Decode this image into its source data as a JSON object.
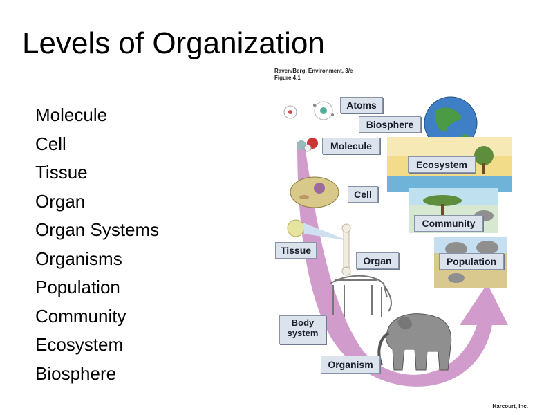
{
  "slide": {
    "title": "Levels of Organization",
    "bullets": [
      "Molecule",
      "Cell",
      "Tissue",
      "Organ",
      "Organ Systems",
      "Organisms",
      "Population",
      "Community",
      "Ecosystem",
      "Biosphere"
    ]
  },
  "figure": {
    "credit_line1": "Raven/Berg, Environment, 3/e",
    "credit_line2": "Figure 4.1",
    "labels": {
      "atoms": "Atoms",
      "biosphere": "Biosphere",
      "molecule": "Molecule",
      "ecosystem": "Ecosystem",
      "cell": "Cell",
      "community": "Community",
      "tissue": "Tissue",
      "organ": "Organ",
      "population": "Population",
      "body_system_line1": "Body",
      "body_system_line2": "system",
      "organism": "Organism"
    },
    "arrow_color": "#c98bc3",
    "label_bg": "#dde3ec"
  },
  "footer": {
    "publisher": "Harcourt, Inc."
  }
}
